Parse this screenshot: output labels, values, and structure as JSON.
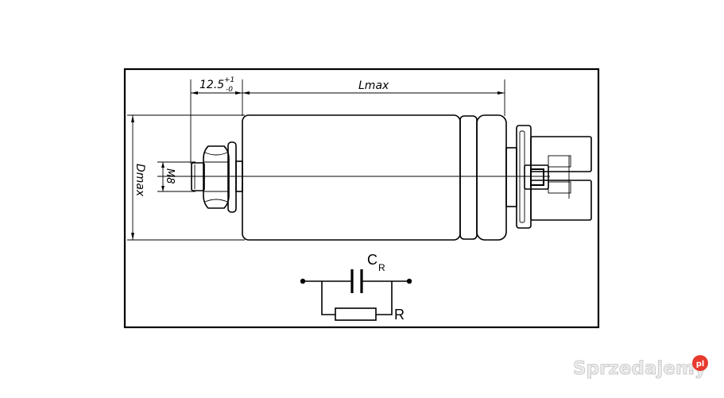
{
  "drawing": {
    "dim_stud_length": {
      "value": "12.5",
      "upper_tol": "+1",
      "lower_tol": "-0"
    },
    "dim_length": "Lmax",
    "dim_diameter": "Dmax",
    "dim_thread": "M8"
  },
  "schematic": {
    "capacitor_label": "C",
    "capacitor_subscript": "R",
    "resistor_label": "R"
  },
  "watermark": {
    "brand": "Sprzedajemy",
    "dot": ".",
    "tld": "pl",
    "badge_color": "#e63b2e"
  },
  "colors": {
    "line": "#000000",
    "background": "#ffffff"
  }
}
